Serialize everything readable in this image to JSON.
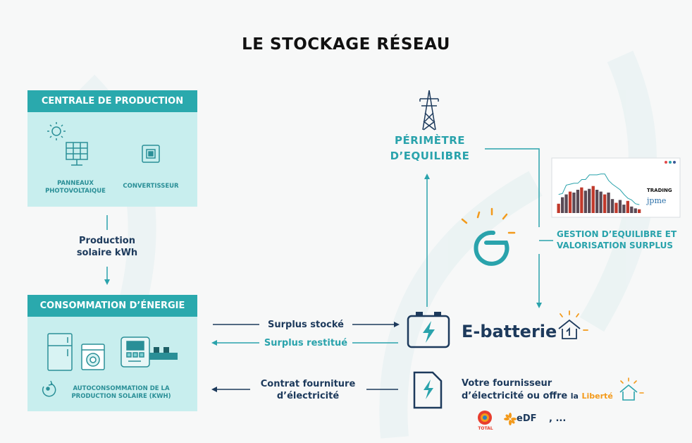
{
  "title": "LE STOCKAGE RÉSEAU",
  "production": {
    "header": "CENTRALE DE PRODUCTION",
    "panels_label": [
      "PANNEAUX",
      "PHOTOVOLTAIQUE"
    ],
    "converter_label": "CONVERTISSEUR"
  },
  "flow_production": [
    "Production",
    "solaire kWh"
  ],
  "consumption": {
    "header": "CONSOMMATION D’ÉNERGIE",
    "self_consumption": [
      "AUTOCONSOMMATION DE LA",
      "PRODUCTION SOLAIRE (KWH)"
    ]
  },
  "perimeter": [
    "PÉRIMÈTRE",
    "D’EQUILIBRE"
  ],
  "trading": {
    "label": "TRADING",
    "brand": "jpme",
    "bars": [
      20,
      34,
      40,
      46,
      44,
      50,
      55,
      48,
      52,
      58,
      50,
      46,
      40,
      44,
      30,
      22,
      28,
      18,
      26,
      14,
      10,
      8
    ],
    "line": [
      40,
      42,
      60,
      62,
      64,
      64,
      72,
      72,
      82,
      82,
      82,
      84,
      84,
      70,
      62,
      56,
      50,
      40,
      32,
      28,
      20,
      18
    ]
  },
  "gestion": [
    "GESTION D’EQUILIBRE ET",
    "VALORISATION SURPLUS"
  ],
  "arrows": {
    "surplus_stocke": "Surplus stocké",
    "surplus_restitue": "Surplus restitué",
    "contrat": [
      "Contrat fourniture",
      "d’électricité"
    ]
  },
  "battery_label": "E-batterie",
  "supplier": {
    "line1": "Votre fournisseur",
    "line2": "d’électricité ou offre",
    "la": "la",
    "liberte": "Liberté"
  },
  "logos": {
    "total": "TOTAL",
    "edf": "eDF",
    "etc": ", ..."
  },
  "colors": {
    "teal": "#2aa9ad",
    "light_teal": "#c8eeee",
    "navy": "#1d3a5c",
    "orange": "#f39a1b"
  }
}
